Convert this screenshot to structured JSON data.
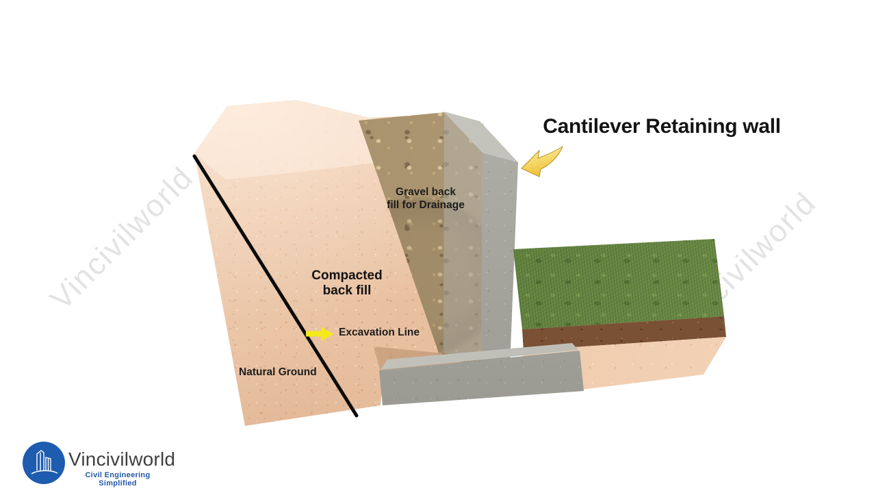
{
  "title": "Cantilever Retaining wall",
  "watermark": "Vincivilworld",
  "diagram": {
    "labels": {
      "gravel": {
        "line1": "Gravel back",
        "line2": "fill for Drainage"
      },
      "compacted": {
        "line1": "Compacted",
        "line2": "back fill"
      },
      "excavation": "Excavation Line",
      "natural_ground": "Natural Ground"
    },
    "icons": {
      "pointer": "curved-left-arrow-icon",
      "excavation_arrow": "right-block-arrow-icon"
    }
  },
  "logo": {
    "name": "Vincivilworld",
    "tagline": "Civil Engineering Simplified",
    "icon": "buildings-circle-icon"
  },
  "colors": {
    "soil": "#e9c2a2",
    "gravel": "#a9926e",
    "concrete": "#ababa3",
    "concrete_light": "#cbcbc3",
    "grass": "#5d7d3c",
    "topsoil": "#7a5134",
    "subsoil": "#eec7a6",
    "arrow_light": "#fff2a3",
    "arrow_dark": "#edc238",
    "arrow_flat": "#f4e91a",
    "line": "#0b0b0b",
    "text": "#141414",
    "watermark": "#e3e3e3",
    "logo_blue": "#1d5caf",
    "tagline_blue": "#2257a8",
    "logo_text": "#3f3f3f"
  }
}
